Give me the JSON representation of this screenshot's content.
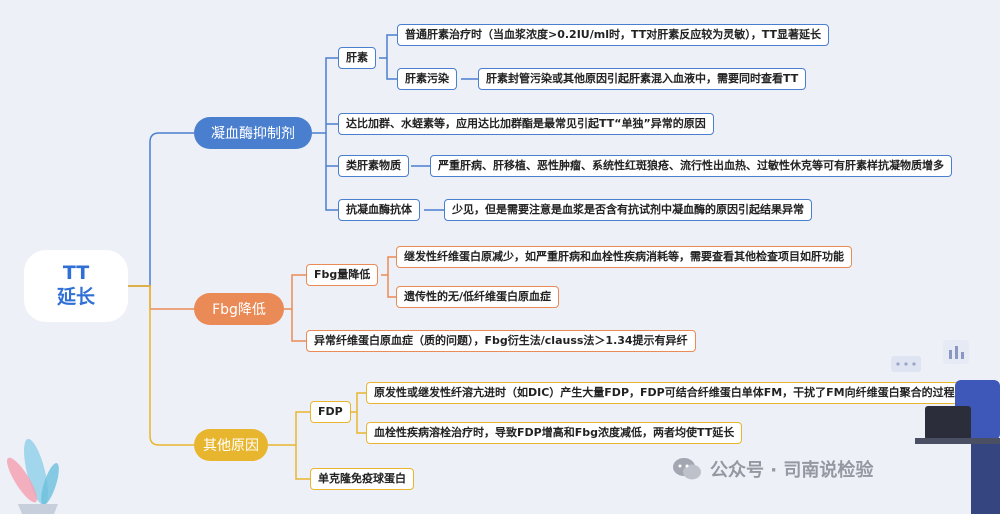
{
  "root": {
    "line1": "TT",
    "line2": "延长"
  },
  "categories": [
    {
      "label": "凝血酶抑制剂",
      "items": [
        {
          "label": "肝素",
          "details": [
            {
              "label": "普通肝素治疗时（当血浆浓度>0.2IU/ml时，TT对肝素反应较为灵敏），TT显著延长"
            },
            {
              "label": "肝素污染",
              "detail": "肝素封管污染或其他原因引起肝素混入血液中，需要同时查看TT"
            }
          ]
        },
        {
          "label": "达比加群、水蛭素等，应用达比加群酯是最常见引起TT“单独”异常的原因"
        },
        {
          "label": "类肝素物质",
          "detail": "严重肝病、肝移植、恶性肿瘤、系统性红斑狼疮、流行性出血热、过敏性休克等可有肝素样抗凝物质增多"
        },
        {
          "label": "抗凝血酶抗体",
          "detail": "少见，但是需要注意是血浆是否含有抗试剂中凝血酶的原因引起结果异常"
        }
      ]
    },
    {
      "label": "Fbg降低",
      "items": [
        {
          "label": "Fbg量降低",
          "details": [
            {
              "label": "继发性纤维蛋白原减少，如严重肝病和血栓性疾病消耗等，需要查看其他检查项目如肝功能"
            },
            {
              "label": "遗传性的无/低纤维蛋白原血症"
            }
          ]
        },
        {
          "label": "异常纤维蛋白原血症（质的问题），Fbg衍生法/clauss法＞1.34提示有异纤"
        }
      ]
    },
    {
      "label": "其他原因",
      "items": [
        {
          "label": "FDP",
          "details": [
            {
              "label": "原发性或继发性纤溶亢进时（如DIC）产生大量FDP，FDP可结合纤维蛋白单体FM，干扰了FM向纤维蛋白聚合的过程。"
            },
            {
              "label": "血栓性疾病溶栓治疗时，导致FDP增高和Fbg浓度减低，两者均使TT延长"
            }
          ]
        },
        {
          "label": "单克隆免疫球蛋白"
        }
      ]
    }
  ],
  "watermark": {
    "text": "公众号 · 司南说检验"
  },
  "colors": {
    "blue": "#4a7fcf",
    "orange": "#ea8a56",
    "yellow": "#e8b62e",
    "root_text": "#2f6fd6",
    "background": "#eef0f7"
  }
}
